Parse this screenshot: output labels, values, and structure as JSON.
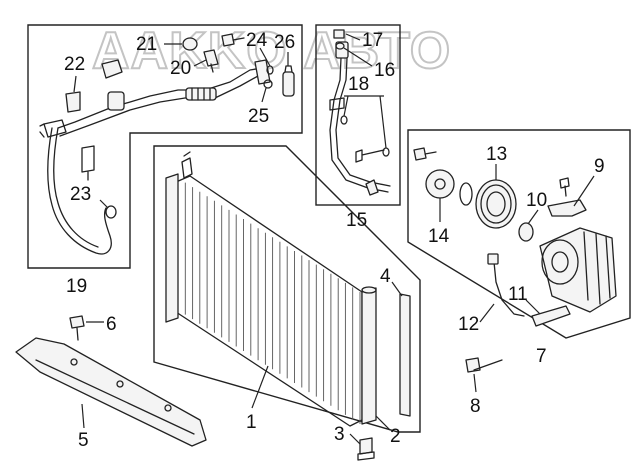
{
  "watermark": {
    "text": "AAKKO АВТО"
  },
  "callouts": [
    {
      "id": "1",
      "text": "1"
    },
    {
      "id": "2",
      "text": "2"
    },
    {
      "id": "3",
      "text": "3"
    },
    {
      "id": "4",
      "text": "4"
    },
    {
      "id": "5",
      "text": "5"
    },
    {
      "id": "6",
      "text": "6"
    },
    {
      "id": "7",
      "text": "7"
    },
    {
      "id": "8",
      "text": "8"
    },
    {
      "id": "9",
      "text": "9"
    },
    {
      "id": "10",
      "text": "10"
    },
    {
      "id": "11",
      "text": "11"
    },
    {
      "id": "12",
      "text": "12"
    },
    {
      "id": "13",
      "text": "13"
    },
    {
      "id": "14",
      "text": "14"
    },
    {
      "id": "15",
      "text": "15"
    },
    {
      "id": "16",
      "text": "16"
    },
    {
      "id": "17",
      "text": "17"
    },
    {
      "id": "18",
      "text": "18"
    },
    {
      "id": "19",
      "text": "19"
    },
    {
      "id": "20",
      "text": "20"
    },
    {
      "id": "21",
      "text": "21"
    },
    {
      "id": "22",
      "text": "22"
    },
    {
      "id": "23",
      "text": "23"
    },
    {
      "id": "24",
      "text": "24"
    },
    {
      "id": "25",
      "text": "25"
    },
    {
      "id": "26",
      "text": "26"
    }
  ]
}
